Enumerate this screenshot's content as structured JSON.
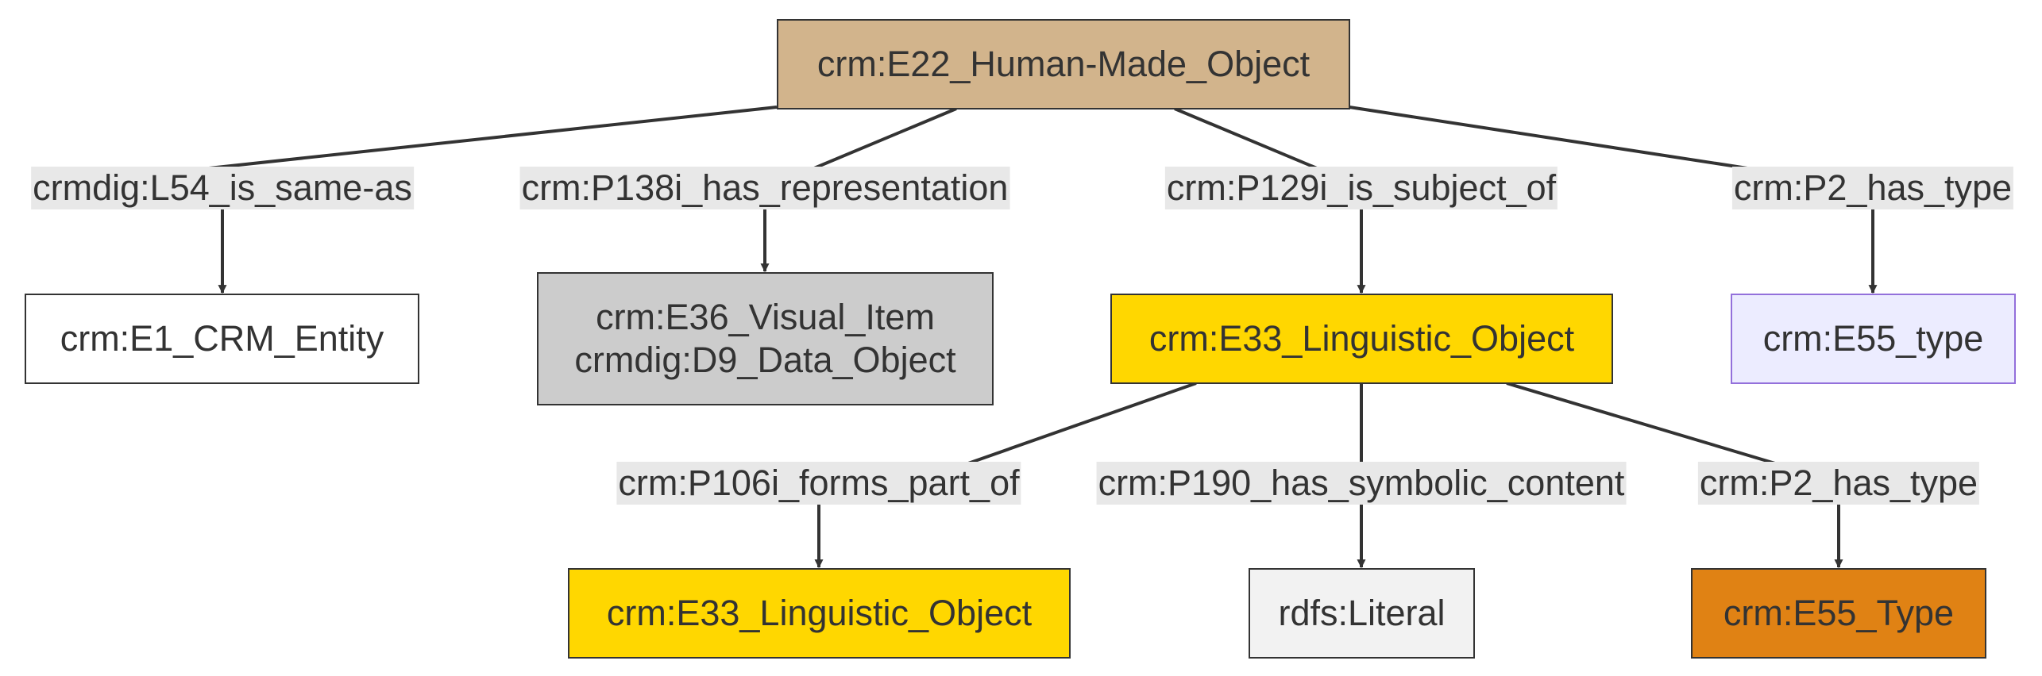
{
  "colors": {
    "edge": "#333333",
    "label_bg": "#e8e8e8",
    "human_made_object": "#d2b48c",
    "linguistic_object": "#ffd700",
    "visual_item": "#cccccc",
    "crm_entity": "#ffffff",
    "e55_type_light": "#ececff",
    "e55_type_light_border": "#9370db",
    "literal": "#f2f2f2",
    "e55_type_orange": "#e08214"
  },
  "nodes": {
    "root": {
      "label": "crm:E22_Human-Made_Object"
    },
    "crm_entity": {
      "label": "crm:E1_CRM_Entity"
    },
    "visual_item": {
      "line1": "crm:E36_Visual_Item",
      "line2": "crmdig:D9_Data_Object"
    },
    "linguistic_object": {
      "label": "crm:E33_Linguistic_Object"
    },
    "type_light": {
      "label": "crm:E55_type"
    },
    "linguistic_object_part": {
      "label": "crm:E33_Linguistic_Object"
    },
    "literal": {
      "label": "rdfs:Literal"
    },
    "type_orange": {
      "label": "crm:E55_Type"
    }
  },
  "edges": {
    "same_as": "crmdig:L54_is_same-as",
    "has_representation": "crm:P138i_has_representation",
    "is_subject_of": "crm:P129i_is_subject_of",
    "has_type_root": "crm:P2_has_type",
    "forms_part_of": "crm:P106i_forms_part_of",
    "symbolic_content": "crm:P190_has_symbolic_content",
    "has_type_ling": "crm:P2_has_type"
  }
}
